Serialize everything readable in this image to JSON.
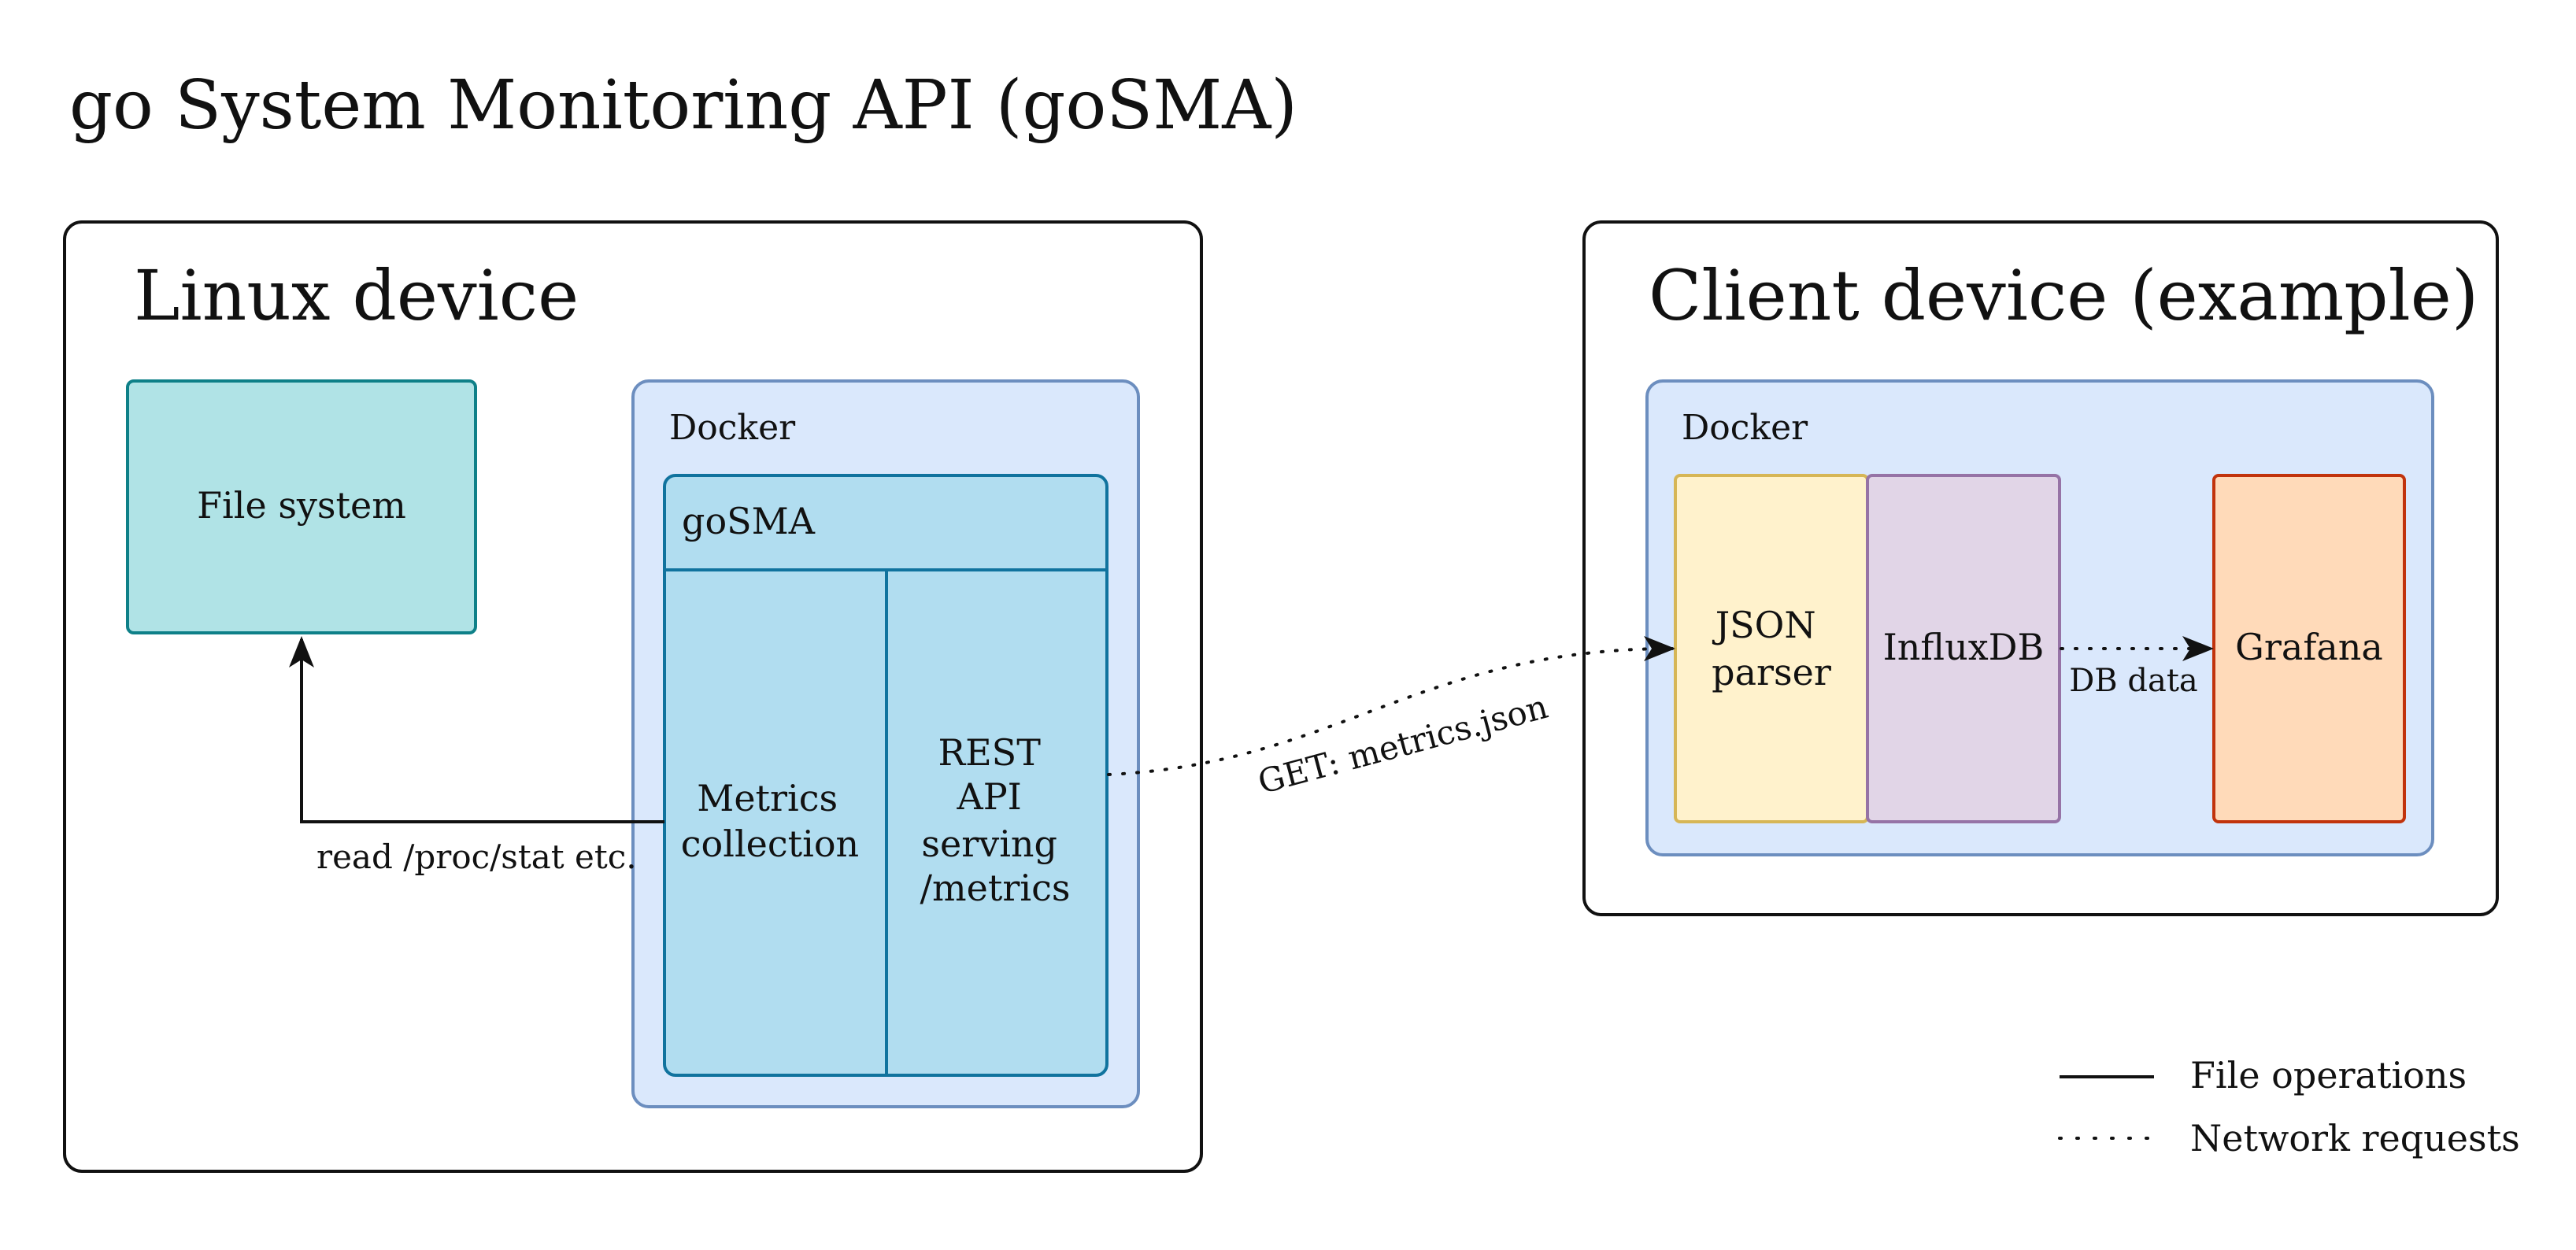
{
  "title": "go System Monitoring API (goSMA)",
  "colors": {
    "outline": "#111111",
    "docker_fill": "#dae8fc",
    "docker_stroke": "#6c8ebf",
    "filesystem_fill": "#b0e3e6",
    "filesystem_stroke": "#0e8088",
    "gosma_fill": "#b1ddf0",
    "gosma_stroke": "#10739e",
    "json_fill": "#fff2cc",
    "json_stroke": "#d6b656",
    "influx_fill": "#e1d5e7",
    "influx_stroke": "#9673a6",
    "grafana_fill": "#ffdab9",
    "grafana_stroke": "#c1330c"
  },
  "linux_device": {
    "label": "Linux device",
    "file_system": "File system",
    "docker_label": "Docker",
    "gosma": {
      "label": "goSMA",
      "metrics_collection": [
        "Metrics",
        "collection"
      ],
      "rest_api": [
        "REST",
        "API",
        "serving",
        "/metrics"
      ]
    },
    "read_label": "read /proc/stat etc."
  },
  "client_device": {
    "label": "Client device (example)",
    "docker_label": "Docker",
    "json_parser": [
      "JSON",
      "parser"
    ],
    "influxdb": "InfluxDB",
    "grafana": "Grafana",
    "db_data_label": "DB data"
  },
  "network_label": "GET: metrics.json",
  "legend": {
    "file_operations": "File operations",
    "network_requests": "Network requests"
  }
}
